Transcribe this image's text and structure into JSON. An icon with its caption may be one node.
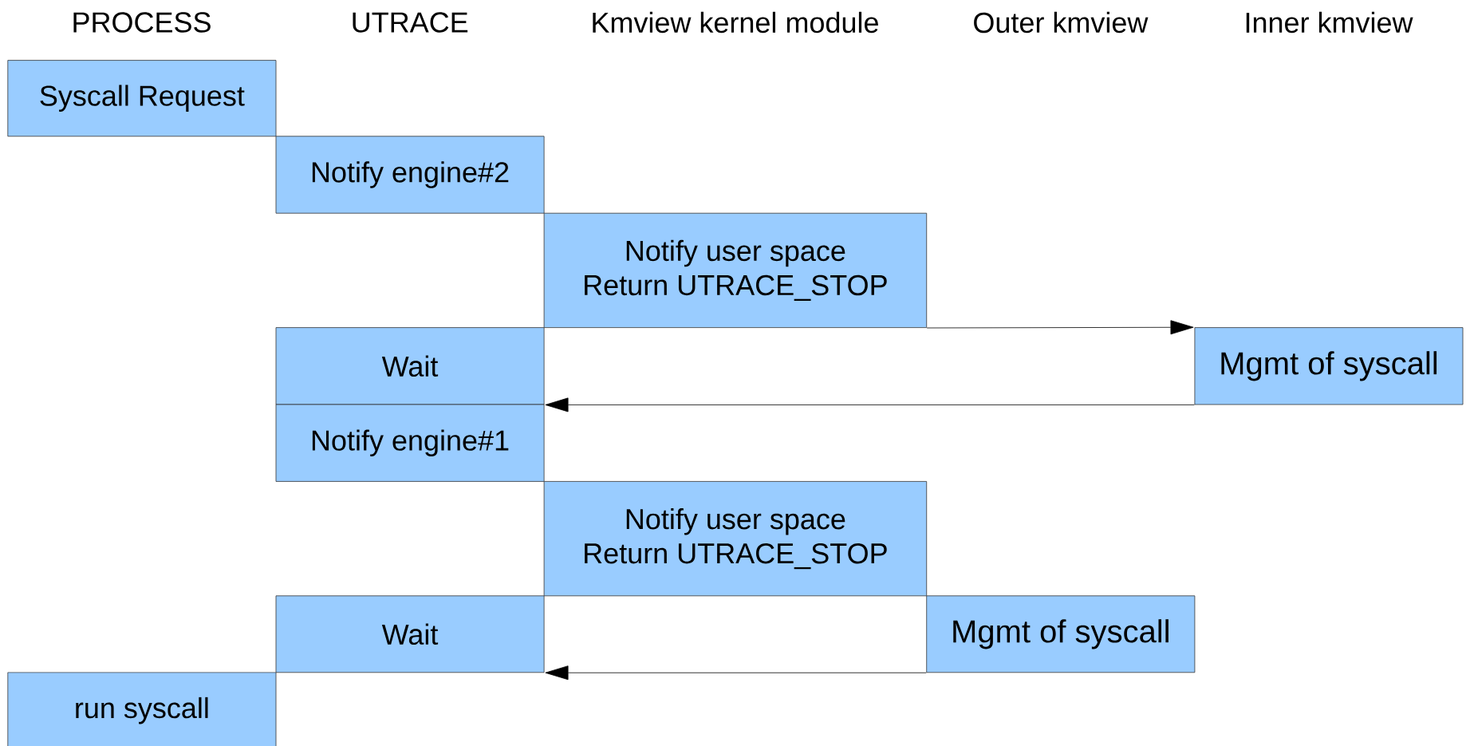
{
  "diagram": {
    "nodes": [
      {
        "text": [
          "Syscall Request"
        ]
      },
      {
        "text": [
          "Notify engine#2"
        ]
      },
      {
        "text": [
          "Notify user space",
          "Return UTRACE_STOP"
        ]
      },
      {
        "text": [
          "Wait"
        ]
      },
      {
        "text": [
          "Mgmt of syscall"
        ]
      },
      {
        "text": [
          "Notify engine#1"
        ]
      },
      {
        "text": [
          "Notify user space",
          "Return UTRACE_STOP"
        ]
      },
      {
        "text": [
          "Wait"
        ]
      },
      {
        "text": [
          "Mgmt of syscall"
        ]
      },
      {
        "text": [
          "run syscall"
        ]
      }
    ],
    "edges": [
      {
        "from": 2,
        "to": 4,
        "arrow": "to"
      },
      {
        "from": 4,
        "to": 3,
        "arrow": "to"
      },
      {
        "from": 8,
        "to": 7,
        "arrow": "to"
      }
    ],
    "labels": [
      "PROCESS",
      "UTRACE",
      "Kmview kernel module",
      "Outer kmview",
      "Inner kmview"
    ]
  }
}
